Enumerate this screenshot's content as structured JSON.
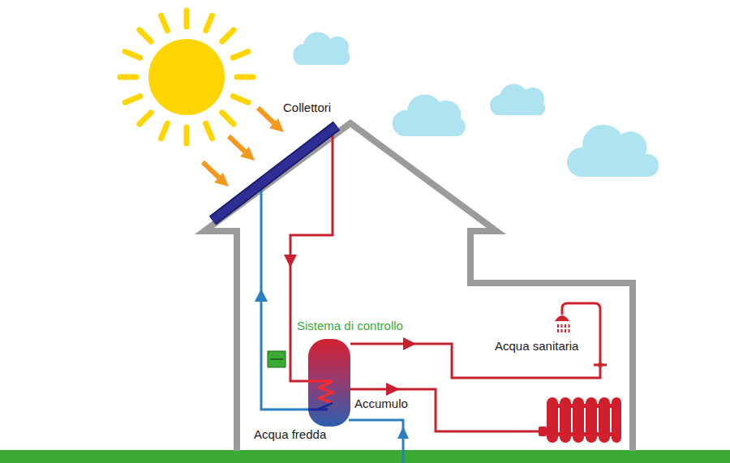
{
  "diagram": {
    "nodes": [
      {
        "text": [
          "Collettori"
        ]
      },
      {
        "text": [
          "Accumulo"
        ]
      },
      {
        "text": [
          "Acqua sanitaria"
        ]
      }
    ],
    "edges": [
      {
        "from": 0,
        "to": 1,
        "arrow": "to"
      },
      {
        "from": 1,
        "to": 0,
        "arrow": "to"
      },
      {
        "from": 1,
        "to": 2,
        "arrow": "to"
      }
    ],
    "labels": [
      "Sistema di controllo",
      "Acqua fredda"
    ]
  }
}
